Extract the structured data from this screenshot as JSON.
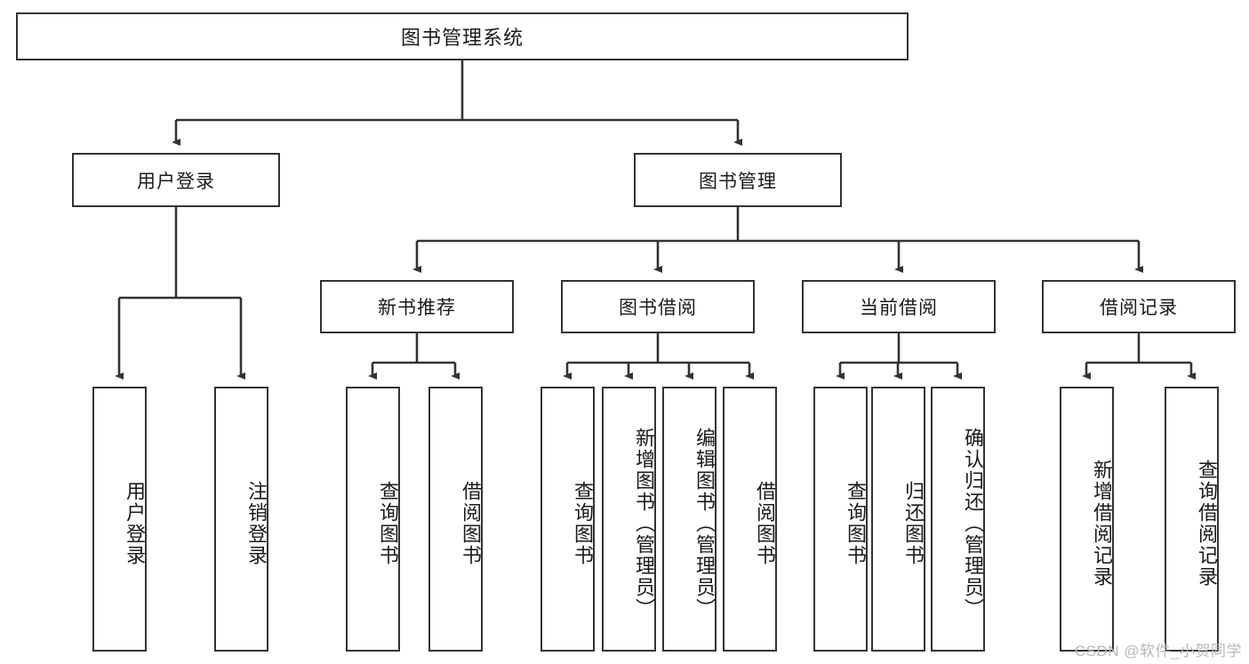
{
  "diagram": {
    "type": "tree-hierarchy-chart",
    "title": "图书管理系统",
    "colors": {
      "box_border": "#333333",
      "box_fill": "#ffffff",
      "connector": "#333333",
      "text": "#1a1a1a",
      "watermark": "#b8b8b8",
      "background": "#ffffff"
    },
    "levels": [
      {
        "level": 1,
        "labels": [
          "图书管理系统"
        ]
      },
      {
        "level": 2,
        "labels": [
          "用户登录",
          "图书管理"
        ]
      },
      {
        "level": 3,
        "labels": [
          "新书推荐",
          "图书借阅",
          "当前借阅",
          "借阅记录"
        ]
      },
      {
        "level": 4,
        "labels": [
          "用户登录",
          "注销登录",
          "查询图书",
          "借阅图书",
          "查询图书",
          "新增图书（管理员）",
          "编辑图书（管理员）",
          "借阅图书",
          "查询图书",
          "归还图书",
          "确认归还（管理员）",
          "新增借阅记录",
          "查询借阅记录"
        ]
      }
    ],
    "nodes": {
      "root": {
        "label": "图书管理系统"
      },
      "user_login": {
        "label": "用户登录"
      },
      "book_manage": {
        "label": "图书管理"
      },
      "new_book_rec": {
        "label": "新书推荐"
      },
      "book_borrow": {
        "label": "图书借阅"
      },
      "current_borrow": {
        "label": "当前借阅"
      },
      "borrow_record": {
        "label": "借阅记录"
      },
      "leaf_user_login": {
        "label": "用户登录"
      },
      "leaf_logout": {
        "label": "注销登录"
      },
      "leaf_query_book_1": {
        "label": "查询图书"
      },
      "leaf_borrow_book_1": {
        "label": "借阅图书"
      },
      "leaf_query_book_2": {
        "label": "查询图书"
      },
      "leaf_add_book": {
        "label": "新增图书（管理员）"
      },
      "leaf_edit_book": {
        "label": "编辑图书（管理员）"
      },
      "leaf_borrow_book_2": {
        "label": "借阅图书"
      },
      "leaf_query_book_3": {
        "label": "查询图书"
      },
      "leaf_return_book": {
        "label": "归还图书"
      },
      "leaf_confirm_return": {
        "label": "确认归还（管理员）"
      },
      "leaf_add_record": {
        "label": "新增借阅记录"
      },
      "leaf_query_record": {
        "label": "查询借阅记录"
      }
    },
    "watermark": "CSDN @软件_小贺同学"
  }
}
